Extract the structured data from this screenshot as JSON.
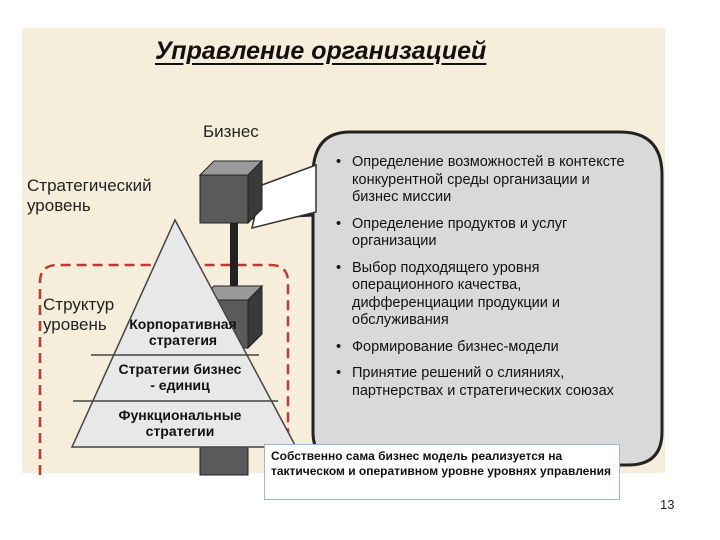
{
  "title": "Управление организацией",
  "labels": {
    "business": "Бизнес",
    "strategic_line1": "Стратегический",
    "strategic_line2": "уровень",
    "structural_line1": "Структур",
    "structural_line2": "уровень"
  },
  "pyramid": {
    "corporate_line1": "Корпоративная",
    "corporate_line2": "стратегия",
    "business_unit_line1": "Стратегии бизнес",
    "business_unit_line2": "- единиц",
    "functional_line1": "Функциональные",
    "functional_line2": "стратегии"
  },
  "bullets": [
    "Определение возможностей в контексте конкурентной среды организации и бизнес миссии",
    "Определение продуктов и услуг организации",
    "Выбор подходящего уровня операционного качества, дифференциации продукции и обслуживания",
    "Формирование бизнес-модели",
    "Принятие решений о слияниях, партнерствах и стратегических союзах"
  ],
  "note": "Собственно сама бизнес модель реализуется на тактическом и оперативном уровне уровнях управления",
  "page_number": "13",
  "colors": {
    "slide_bg": "#f6eedb",
    "bubble_fill": "#d9d9d9",
    "cube_dark": "#555555",
    "dashed_border": "#c0392b",
    "pyramid_fill": "#e8e8e8"
  }
}
